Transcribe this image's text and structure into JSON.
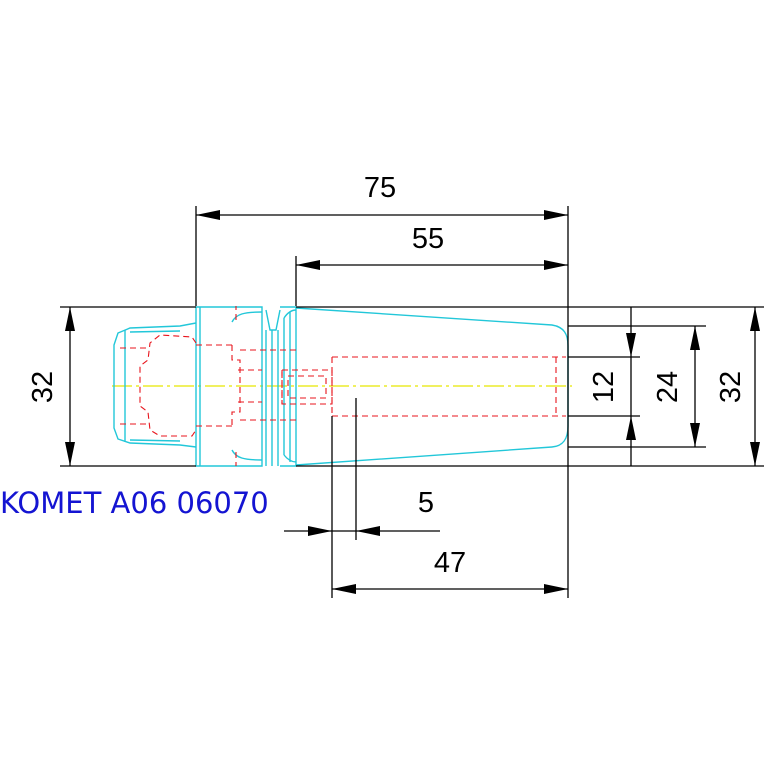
{
  "drawing": {
    "label": "KOMET A06 06070",
    "colors": {
      "outline": "#22c7d9",
      "hidden": "#e8141c",
      "centerline": "#e6e600",
      "dimension": "#000000",
      "label": "#1414d2",
      "background": "#ffffff"
    },
    "dimensions": {
      "overall_length": "75",
      "taper_length": "55",
      "bore_length": "47",
      "offset": "5",
      "left_diameter": "32",
      "bore_diameter": "12",
      "inner_diameter": "24",
      "right_diameter": "32"
    }
  }
}
